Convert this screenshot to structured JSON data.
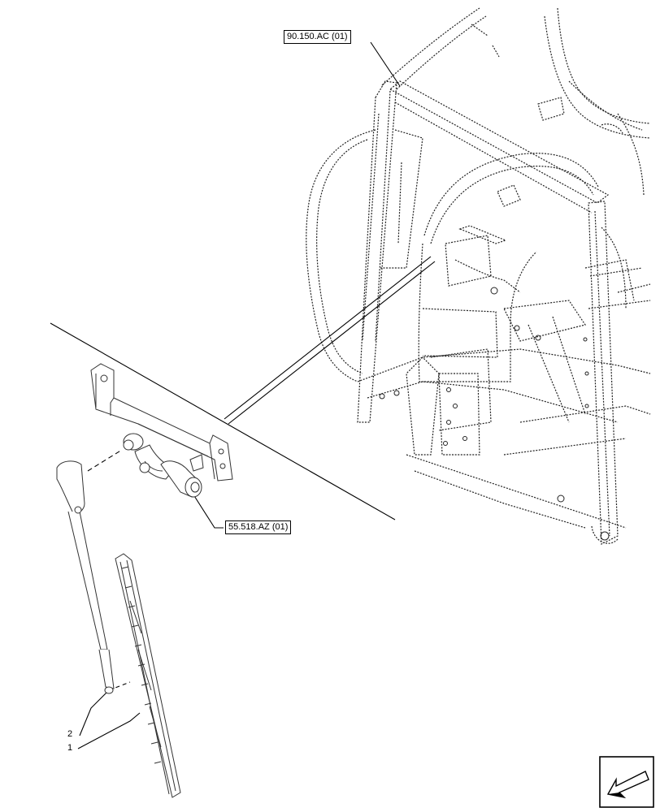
{
  "references": {
    "cab_frame": "90.150.AC (01)",
    "wiper_motor": "55.518.AZ (01)"
  },
  "callouts": {
    "wiper_blade": "1",
    "wiper_arm": "2"
  },
  "icons": {
    "navigation": "back-arrow-icon"
  },
  "colors": {
    "line": "#000000",
    "background": "#ffffff"
  }
}
